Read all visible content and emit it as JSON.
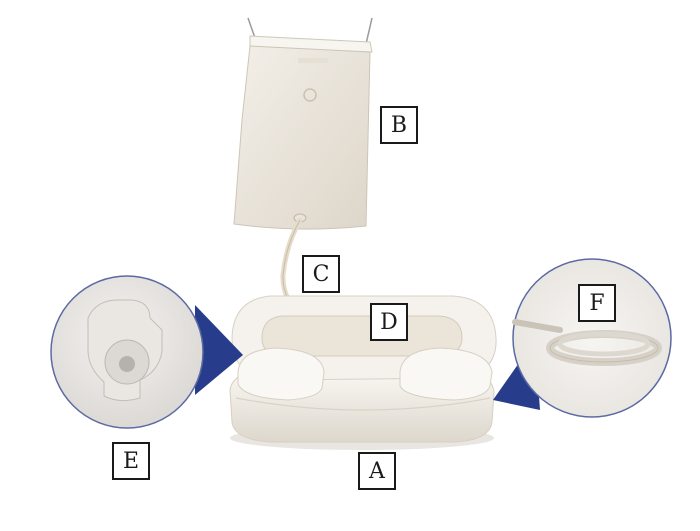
{
  "labels": {
    "a": "A",
    "b": "B",
    "c": "C",
    "d": "D",
    "e": "E",
    "f": "F"
  },
  "colors": {
    "background": "#ffffff",
    "product": "#ece7de",
    "callout_pointer": "#283c8c",
    "callout_ring": "#5b6aa3",
    "label_border": "#1a1a1a"
  },
  "parts": {
    "a": "inflatable-basin-base",
    "b": "water-bag",
    "c": "drain-tube",
    "d": "basin-inner-area",
    "e": "drain-valve",
    "f": "drain-hose-coil"
  }
}
